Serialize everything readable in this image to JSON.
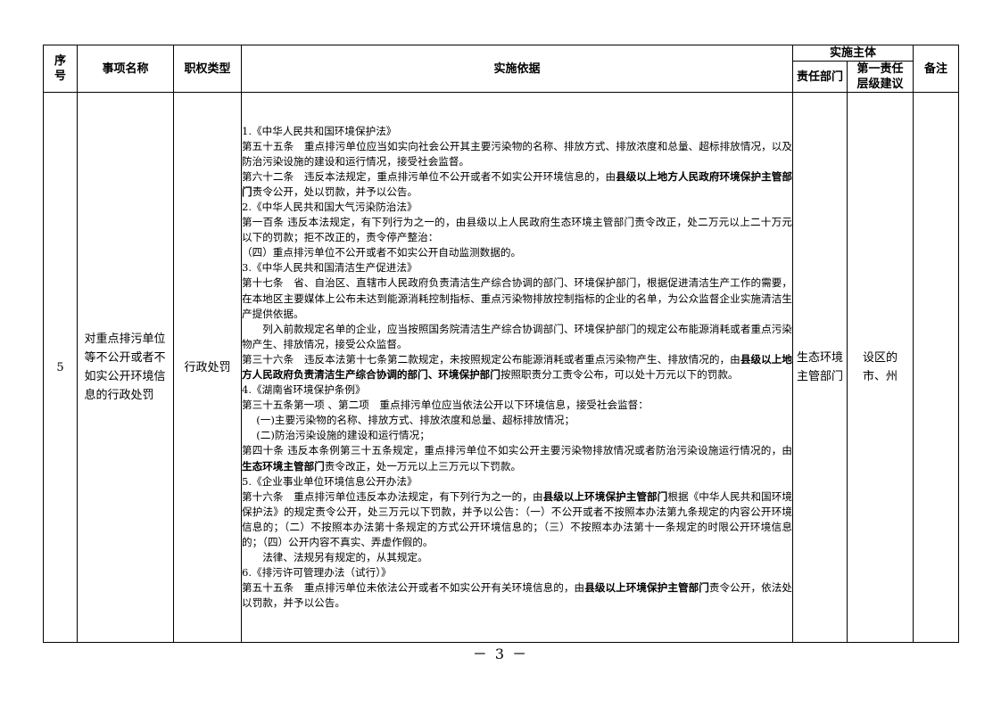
{
  "headers": {
    "seq": "序号",
    "name": "事项名称",
    "type": "职权类型",
    "basis": "实施依据",
    "subject": "实施主体",
    "dept": "责任部门",
    "level": "第一责任层级建议",
    "remark": "备注"
  },
  "row": {
    "seq": "5",
    "name": "对重点排污单位等不公开或者不如实公开环境信息的行政处罚",
    "type": "行政处罚",
    "dept": "生态环境主管部门",
    "level": "设区的市、州",
    "remark": "",
    "basis": [
      {
        "cls": "",
        "parts": [
          {
            "t": "1.《中华人民共和国环境保护法》"
          }
        ]
      },
      {
        "cls": "",
        "parts": [
          {
            "t": "第五十五条　重点排污单位应当如实向社会公开其主要污染物的名称、排放方式、排放浓度和总量、超标排放情况，以及防治污染设施的建设和运行情况，接受社会监督。"
          }
        ]
      },
      {
        "cls": "",
        "parts": [
          {
            "t": "第六十二条　违反本法规定，重点排污单位不公开或者不如实公开环境信息的，由"
          },
          {
            "t": "县级以上地方人民政府环境保护主管部门",
            "b": true
          },
          {
            "t": "责令公开，处以罚款，并予以公告。"
          }
        ]
      },
      {
        "cls": "",
        "parts": [
          {
            "t": "2.《中华人民共和国大气污染防治法》"
          }
        ]
      },
      {
        "cls": "",
        "parts": [
          {
            "t": "第一百条 违反本法规定，有下列行为之一的，由县级以上人民政府生态环境主管部门责令改正，处二万元以上二十万元以下的罚款；拒不改正的，责令停产整治："
          }
        ]
      },
      {
        "cls": "",
        "parts": [
          {
            "t": "（四）重点排污单位不公开或者不如实公开自动监测数据的。"
          }
        ]
      },
      {
        "cls": "",
        "parts": [
          {
            "t": "3.《中华人民共和国清洁生产促进法》"
          }
        ]
      },
      {
        "cls": "",
        "parts": [
          {
            "t": "第十七条　省、自治区、直辖市人民政府负责清洁生产综合协调的部门、环境保护部门，根据促进清洁生产工作的需要，在本地区主要媒体上公布未达到能源消耗控制指标、重点污染物排放控制指标的企业的名单，为公众监督企业实施清洁生产提供依据。"
          }
        ]
      },
      {
        "cls": "ind2",
        "parts": [
          {
            "t": "列入前款规定名单的企业，应当按照国务院清洁生产综合协调部门、环境保护部门的规定公布能源消耗或者重点污染物产生、排放情况，接受公众监督。"
          }
        ]
      },
      {
        "cls": "",
        "parts": [
          {
            "t": "第三十六条　违反本法第十七条第二款规定，未按照规定公布能源消耗或者重点污染物产生、排放情况的，由"
          },
          {
            "t": "县级以上地方人民政府负责清洁生产综合协调的部门、环境保护部门",
            "b": true
          },
          {
            "t": "按照职责分工责令公布，可以处十万元以下的罚款。"
          }
        ]
      },
      {
        "cls": "",
        "parts": [
          {
            "t": "4.《湖南省环境保护条例》"
          }
        ]
      },
      {
        "cls": "",
        "parts": [
          {
            "t": "第三十五条第一项 、第二项　重点排污单位应当依法公开以下环境信息，接受社会监督："
          }
        ]
      },
      {
        "cls": "ind1",
        "parts": [
          {
            "t": "(一)主要污染物的名称、排放方式、排放浓度和总量、超标排放情况；"
          }
        ]
      },
      {
        "cls": "ind1",
        "parts": [
          {
            "t": "(二)防治污染设施的建设和运行情况；"
          }
        ]
      },
      {
        "cls": "",
        "parts": [
          {
            "t": "第四十条 违反本条例第三十五条规定，重点排污单位不如实公开主要污染物排放情况或者防治污染设施运行情况的，由"
          },
          {
            "t": "生态环境主管部门",
            "b": true
          },
          {
            "t": "责令改正，处一万元以上三万元以下罚款。"
          }
        ]
      },
      {
        "cls": "",
        "parts": [
          {
            "t": "5.《企业事业单位环境信息公开办法》"
          }
        ]
      },
      {
        "cls": "",
        "parts": [
          {
            "t": "第十六条　重点排污单位违反本办法规定，有下列行为之一的，由"
          },
          {
            "t": "县级以上环境保护主管部门",
            "b": true
          },
          {
            "t": "根据《中华人民共和国环境保护法》的规定责令公开，处三万元以下罚款，并予以公告：（一）不公开或者不按照本办法第九条规定的内容公开环境信息的；（二）不按照本办法第十条规定的方式公开环境信息的；（三）不按照本办法第十一条规定的时限公开环境信息的；（四）公开内容不真实、弄虚作假的。"
          }
        ]
      },
      {
        "cls": "ind2",
        "parts": [
          {
            "t": "法律、法规另有规定的，从其规定。"
          }
        ]
      },
      {
        "cls": "",
        "parts": [
          {
            "t": "6.《排污许可管理办法（试行）》"
          }
        ]
      },
      {
        "cls": "",
        "parts": [
          {
            "t": "第五十五条　重点排污单位未依法公开或者不如实公开有关环境信息的，由"
          },
          {
            "t": "县级以上环境保护主管部门",
            "b": true
          },
          {
            "t": "责令公开，依法处以罚款，并予以公告。"
          }
        ]
      }
    ]
  },
  "page_number": "－ 3 －"
}
